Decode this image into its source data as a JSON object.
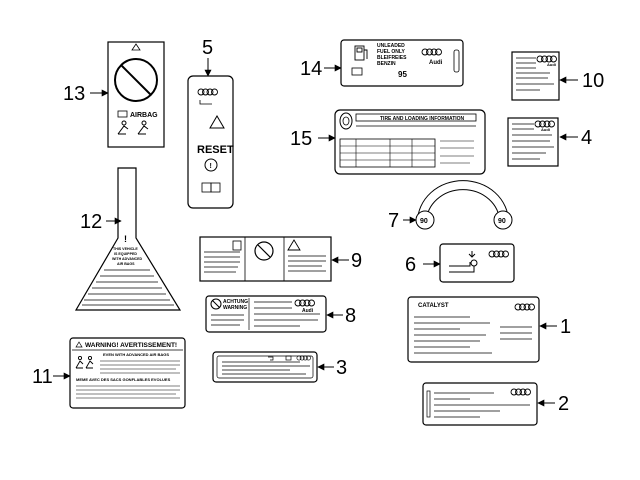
{
  "callouts": [
    "1",
    "2",
    "3",
    "4",
    "5",
    "6",
    "7",
    "8",
    "9",
    "10",
    "11",
    "12",
    "13",
    "14",
    "15"
  ],
  "label1": {
    "title": "CATALYST"
  },
  "label2": {},
  "label4": {
    "brand": "Audi"
  },
  "label5": {
    "reset": "RESET"
  },
  "label7": {
    "end_a": "90",
    "end_b": "90"
  },
  "label8": {
    "line1": "ACHTUNG",
    "line2": "WARNING",
    "brand": "Audi"
  },
  "label10": {
    "brand": "Audi"
  },
  "label11": {
    "header": "WARNING!  AVERTISSEMENT!",
    "line1": "EVEN WITH ADVANCED AIR BAGS",
    "line2": "MEME AVEC DES SACS GONFLABLES EVOLUES"
  },
  "label12": {
    "line1": "THIS VEHICLE",
    "line2": "IS EQUIPPED",
    "line3": "WITH ADVANCED",
    "line4": "AIR BAGS"
  },
  "label13": {
    "airbag": "AIRBAG"
  },
  "label14": {
    "line1": "UNLEADED",
    "line2": "FUEL ONLY",
    "line3": "BLEIFREIES",
    "line4": "BENZIN",
    "octane": "95",
    "brand": "Audi"
  },
  "label15": {
    "title": "TIRE AND LOADING INFORMATION"
  },
  "icons": [
    "audi-rings-icon",
    "warning-triangle-icon",
    "no-symbol-icon",
    "book-icon",
    "fuel-pump-icon",
    "tire-icon",
    "seat-occupant-icon",
    "pipe-icon"
  ]
}
